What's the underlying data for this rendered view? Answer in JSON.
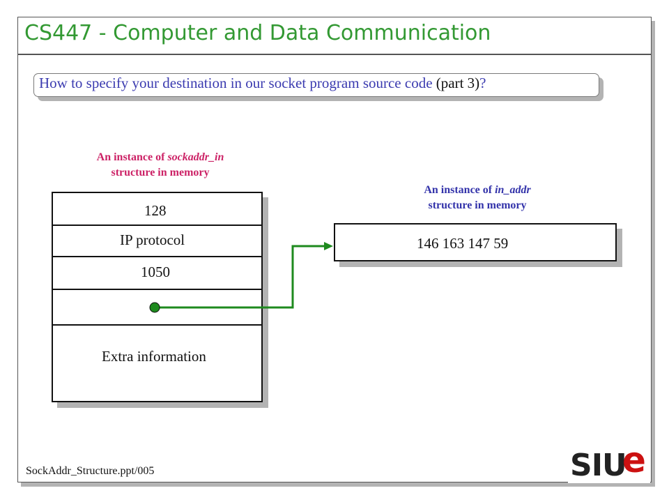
{
  "slide": {
    "title": "CS447 - Computer and Data Communication",
    "question": {
      "main": "How to specify your destination in our socket program source code ",
      "paren": "(part 3)",
      "end": "?"
    },
    "footer": "SockAddr_Structure.ppt/005",
    "logo": {
      "letters": "SIU",
      "accent": "e"
    }
  },
  "sockaddr_in": {
    "caption_line1_prefix": "An instance of ",
    "caption_line1_name": "sockaddr_in",
    "caption_line2": "structure in memory",
    "fields": [
      "128",
      "IP protocol",
      "1050",
      "",
      "Extra information"
    ]
  },
  "in_addr": {
    "caption_line1_prefix": "An instance of ",
    "caption_line1_name": "in_addr",
    "caption_line2": "structure in memory",
    "value": "146 163 147 59"
  },
  "colors": {
    "title": "#339933",
    "question": "#3b3bb0",
    "left_caption": "#cc2266",
    "right_caption": "#3333aa",
    "pointer": "#1e8a1e",
    "logo_accent": "#cc1111"
  }
}
